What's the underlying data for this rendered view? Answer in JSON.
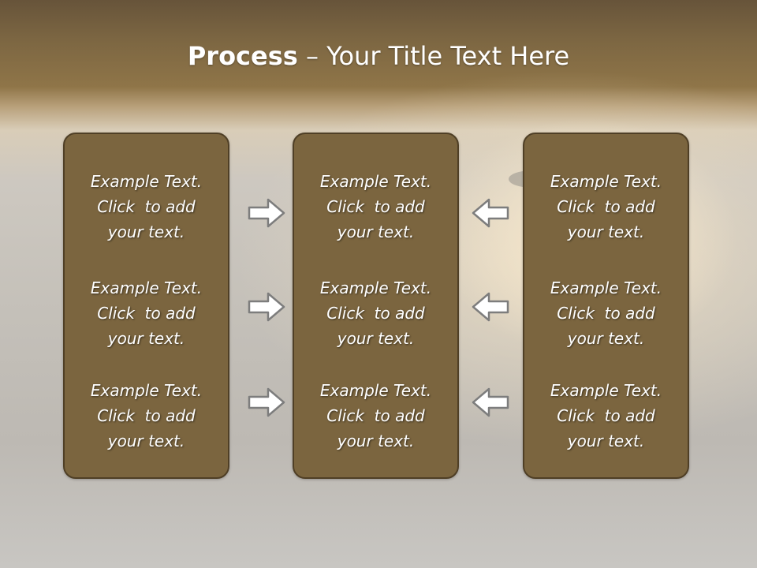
{
  "slide": {
    "title_bold": "Process",
    "title_rest": " – Your Title Text Here"
  },
  "columns": [
    {
      "blocks": [
        {
          "l1": "Example Text.",
          "l2": "Click  to add",
          "l3": "your text."
        },
        {
          "l1": "Example Text.",
          "l2": "Click  to add",
          "l3": "your text."
        },
        {
          "l1": "Example Text.",
          "l2": "Click  to add",
          "l3": "your text."
        }
      ]
    },
    {
      "blocks": [
        {
          "l1": "Example Text.",
          "l2": "Click  to add",
          "l3": "your text."
        },
        {
          "l1": "Example Text.",
          "l2": "Click  to add",
          "l3": "your text."
        },
        {
          "l1": "Example Text.",
          "l2": "Click  to add",
          "l3": "your text."
        }
      ]
    },
    {
      "blocks": [
        {
          "l1": "Example Text.",
          "l2": "Click  to add",
          "l3": "your text."
        },
        {
          "l1": "Example Text.",
          "l2": "Click  to add",
          "l3": "your text."
        },
        {
          "l1": "Example Text.",
          "l2": "Click  to add",
          "l3": "your text."
        }
      ]
    }
  ],
  "arrows": {
    "left_to_center": "right-arrow-icon",
    "right_to_center": "left-arrow-icon"
  },
  "colors": {
    "panel_fill": "#7b653f",
    "panel_border": "#4f3f26",
    "arrow_fill": "#ffffff",
    "arrow_stroke": "#7d7d7d"
  }
}
